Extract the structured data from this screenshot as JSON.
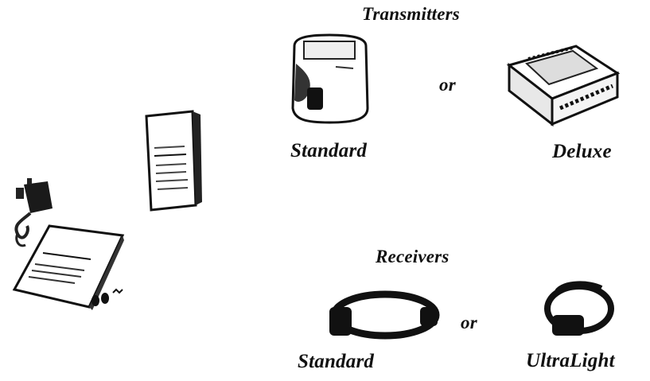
{
  "sections": {
    "transmitters": {
      "heading": "Transmitters",
      "connector": "or",
      "options": [
        {
          "label": "Standard",
          "icon": "transmitter-standard-icon"
        },
        {
          "label": "Deluxe",
          "icon": "transmitter-deluxe-icon"
        }
      ]
    },
    "receivers": {
      "heading": "Receivers",
      "connector": "or",
      "options": [
        {
          "label": "Standard",
          "icon": "receiver-standard-collar-icon"
        },
        {
          "label": "UltraLight",
          "icon": "receiver-ultralight-collar-icon"
        }
      ]
    }
  },
  "kit_items": [
    "charger-icon",
    "manual-book-icon",
    "manual-box-icon",
    "contact-points-icon"
  ]
}
